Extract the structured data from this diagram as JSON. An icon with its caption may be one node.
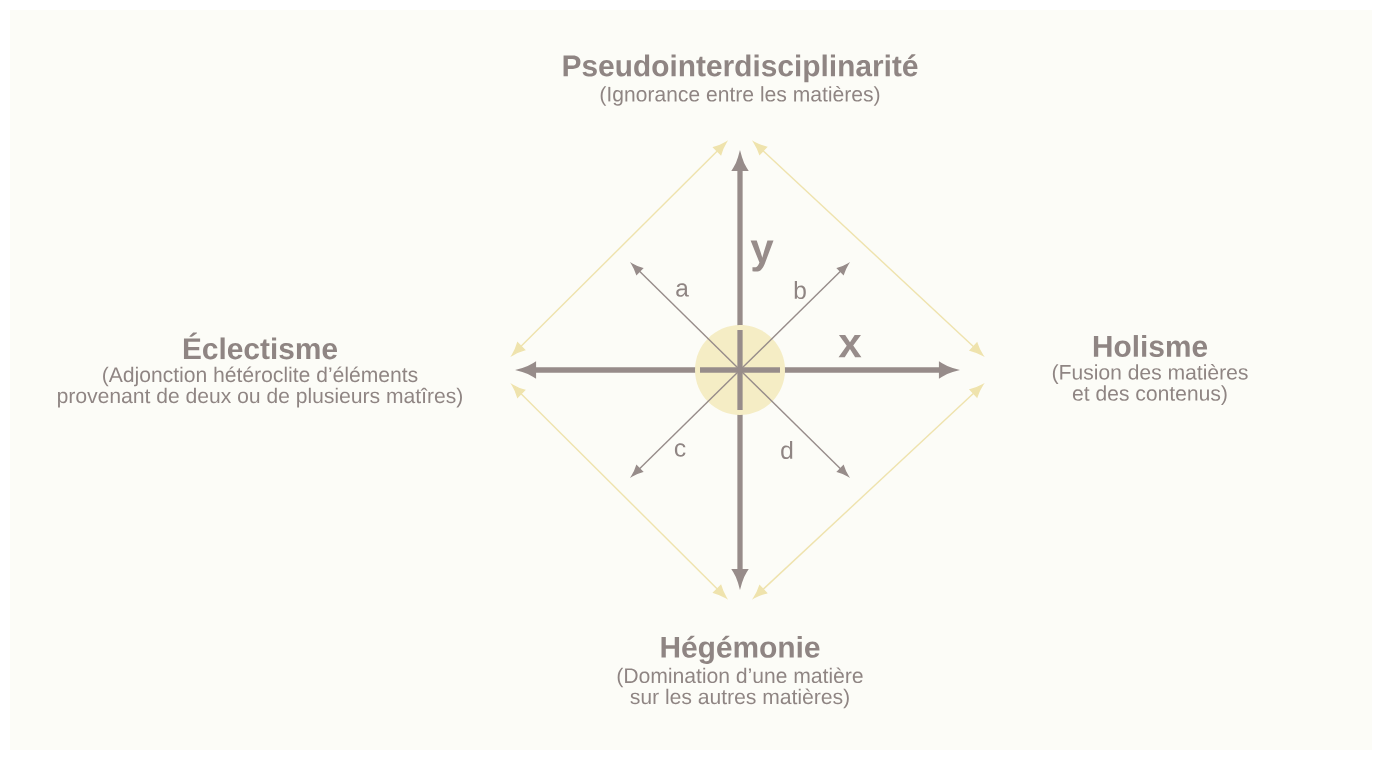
{
  "diagram": {
    "nodes": [
      {
        "text": [
          "Pseudointerdisciplinarité",
          "(Ignorance entre les matières)"
        ]
      },
      {
        "text": [
          "Éclectisme",
          "(Adjonction hétéroclite d’éléments provenant de deux ou de plusieurs matîres)"
        ]
      },
      {
        "text": [
          "Holisme",
          "(Fusion des matières et des contenus)"
        ]
      },
      {
        "text": [
          "Hégémonie",
          "(Domination d’une matière sur les autres matières)"
        ]
      },
      {
        "text": [],
        "shape": "circle"
      }
    ],
    "edges": [
      {
        "from": 0,
        "to": 2,
        "arrow": "both",
        "color": "#efe3ad"
      },
      {
        "from": 2,
        "to": 3,
        "arrow": "both",
        "color": "#efe3ad"
      },
      {
        "from": 3,
        "to": 1,
        "arrow": "both",
        "color": "#efe3ad"
      },
      {
        "from": 1,
        "to": 0,
        "arrow": "both",
        "color": "#efe3ad"
      },
      {
        "from": 4,
        "to": null,
        "arrow": "to",
        "label": "a",
        "color": "#978c8a"
      },
      {
        "from": 4,
        "to": null,
        "arrow": "to",
        "label": "b",
        "color": "#978c8a"
      },
      {
        "from": 4,
        "to": null,
        "arrow": "to",
        "label": "c",
        "color": "#978c8a"
      },
      {
        "from": 4,
        "to": null,
        "arrow": "to",
        "label": "d",
        "color": "#978c8a"
      }
    ],
    "labels": [
      "y",
      "x"
    ]
  }
}
